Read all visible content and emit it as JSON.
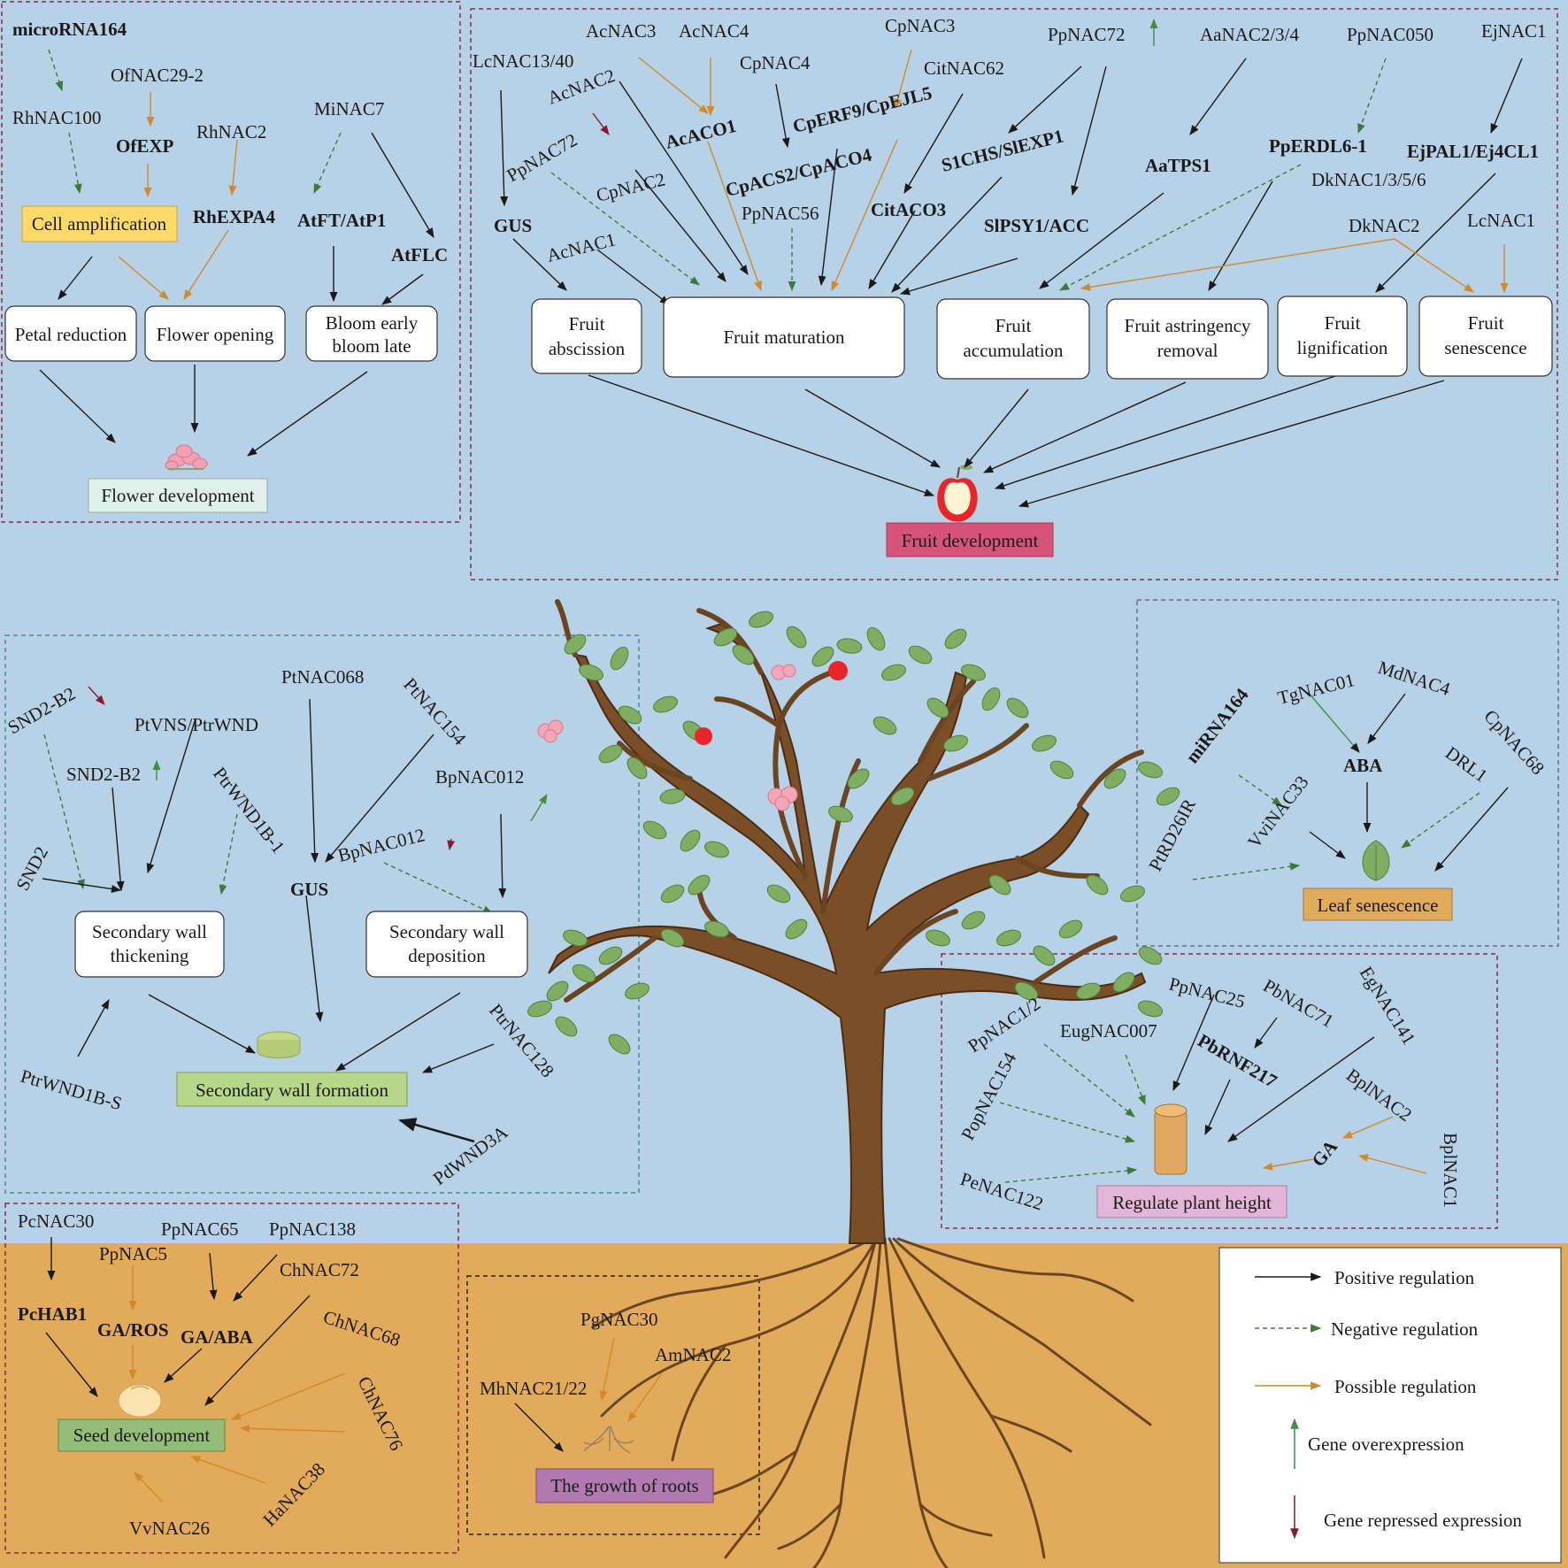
{
  "legend": {
    "positive": "Positive regulation",
    "negative": "Negative regulation",
    "possible": "Possible regulation",
    "overexpression": "Gene overexpression",
    "repressed": "Gene repressed expression"
  },
  "colors": {
    "sky": "#b7d2e6",
    "soil": "#e2aa5b",
    "positive": "#1a1a1a",
    "negative": "#3c7a3c",
    "possible": "#d08a2e",
    "repressed": "#8a1a2a",
    "overexpressed": "#3f8f3f",
    "trunk": "#7a4e26",
    "leaf": "#7fae63"
  },
  "flower": {
    "title": "Flower development",
    "box_cell": "Cell amplification",
    "box_petal": "Petal reduction",
    "box_open": "Flower opening",
    "box_bloom": "Bloom early bloom late",
    "g_mir": "microRNA164",
    "g_of29": "OfNAC29-2",
    "g_rh100": "RhNAC100",
    "g_ofexp": "OfEXP",
    "g_rh2": "RhNAC2",
    "g_rhexpa": "RhEXPA4",
    "g_mi7": "MiNAC7",
    "g_atft": "AtFT/AtP1",
    "g_atflc": "AtFLC"
  },
  "fruit": {
    "title": "Fruit development",
    "box_absc": "Fruit abscission",
    "box_mat": "Fruit maturation",
    "box_acc": "Fruit accumulation",
    "box_astr": "Fruit astringency removal",
    "box_lign": "Fruit lignification",
    "box_sen": "Fruit senescence",
    "g_lc1340": "LcNAC13/40",
    "g_ac3": "AcNAC3",
    "g_ac4": "AcNAC4",
    "g_cp3": "CpNAC3",
    "g_pp72a": "PpNAC72",
    "g_aa": "AaNAC2/3/4",
    "g_pp050": "PpNAC050",
    "g_ej": "EjNAC1",
    "g_ac2": "AcNAC2",
    "g_cp4": "CpNAC4",
    "g_cit62": "CitNAC62",
    "g_pp72b": "PpNAC72",
    "g_acaco": "AcACO1",
    "g_cperf": "CpERF9/CpEJL5",
    "g_cpacs": "CpACS2/CpACO4",
    "g_slchs": "S1CHS/SlEXP1",
    "g_aatps": "AaTPS1",
    "g_pperdl": "PpERDL6-1",
    "g_ejpal": "EjPAL1/Ej4CL1",
    "g_cp2": "CpNAC2",
    "g_dk1": "DkNAC1/3/5/6",
    "g_gus": "GUS",
    "g_pp56": "PpNAC56",
    "g_citaco": "CitACO3",
    "g_slpsy": "SlPSY1/ACC",
    "g_dk2": "DkNAC2",
    "g_lc1": "LcNAC1",
    "g_ac1": "AcNAC1"
  },
  "wall": {
    "title": "Secondary wall formation",
    "box_thick": "Secondary wall thickening",
    "box_dep": "Secondary wall deposition",
    "g_snd2b2a": "SND2-B2",
    "g_ptvns": "PtVNS/PtrWND",
    "g_pt068": "PtNAC068",
    "g_pt154": "PtNAC154",
    "g_snd2b2b": "SND2-B2",
    "g_ptrwnd1": "PtrWND1B-1",
    "g_bp012a": "BpNAC012",
    "g_snd2": "SND2",
    "g_bp012b": "BpNAC012",
    "g_gus": "GUS",
    "g_ptrwnds": "PtrWND1B-S",
    "g_ptr128": "PtrNAC128",
    "g_pdwnd": "PdWND3A"
  },
  "leaf": {
    "title": "Leaf senescence",
    "g_tg": "TgNAC01",
    "g_md": "MdNAC4",
    "g_mirna": "miRNA164",
    "g_aba": "ABA",
    "g_cp68": "CpNAC68",
    "g_drl": "DRL1",
    "g_vvi": "VviNAC33",
    "g_ptrd": "PtRD26IR"
  },
  "height": {
    "title": "Regulate plant height",
    "g_pp25": "PpNAC25",
    "g_pb71": "PbNAC71",
    "g_eg141": "EgNAC141",
    "g_pp12": "PpNAC1/2",
    "g_eug": "EugNAC007",
    "g_pbrnf": "PbRNF217",
    "g_bp2": "BplNAC2",
    "g_pop154": "PopNAC154",
    "g_ga": "GA",
    "g_bp1": "BplNAC1",
    "g_pe122": "PeNAC122"
  },
  "seed": {
    "title": "Seed development",
    "g_pc30": "PcNAC30",
    "g_pp65": "PpNAC65",
    "g_pp138": "PpNAC138",
    "g_pp5": "PpNAC5",
    "g_ch72": "ChNAC72",
    "g_pchab": "PcHAB1",
    "g_garos": "GA/ROS",
    "g_gaaba": "GA/ABA",
    "g_ch68": "ChNAC68",
    "g_ch76": "ChNAC76",
    "g_ha38": "HaNAC38",
    "g_vv26": "VvNAC26"
  },
  "roots": {
    "title": "The growth of roots",
    "g_pg30": "PgNAC30",
    "g_am2": "AmNAC2",
    "g_mh": "MhNAC21/22"
  }
}
